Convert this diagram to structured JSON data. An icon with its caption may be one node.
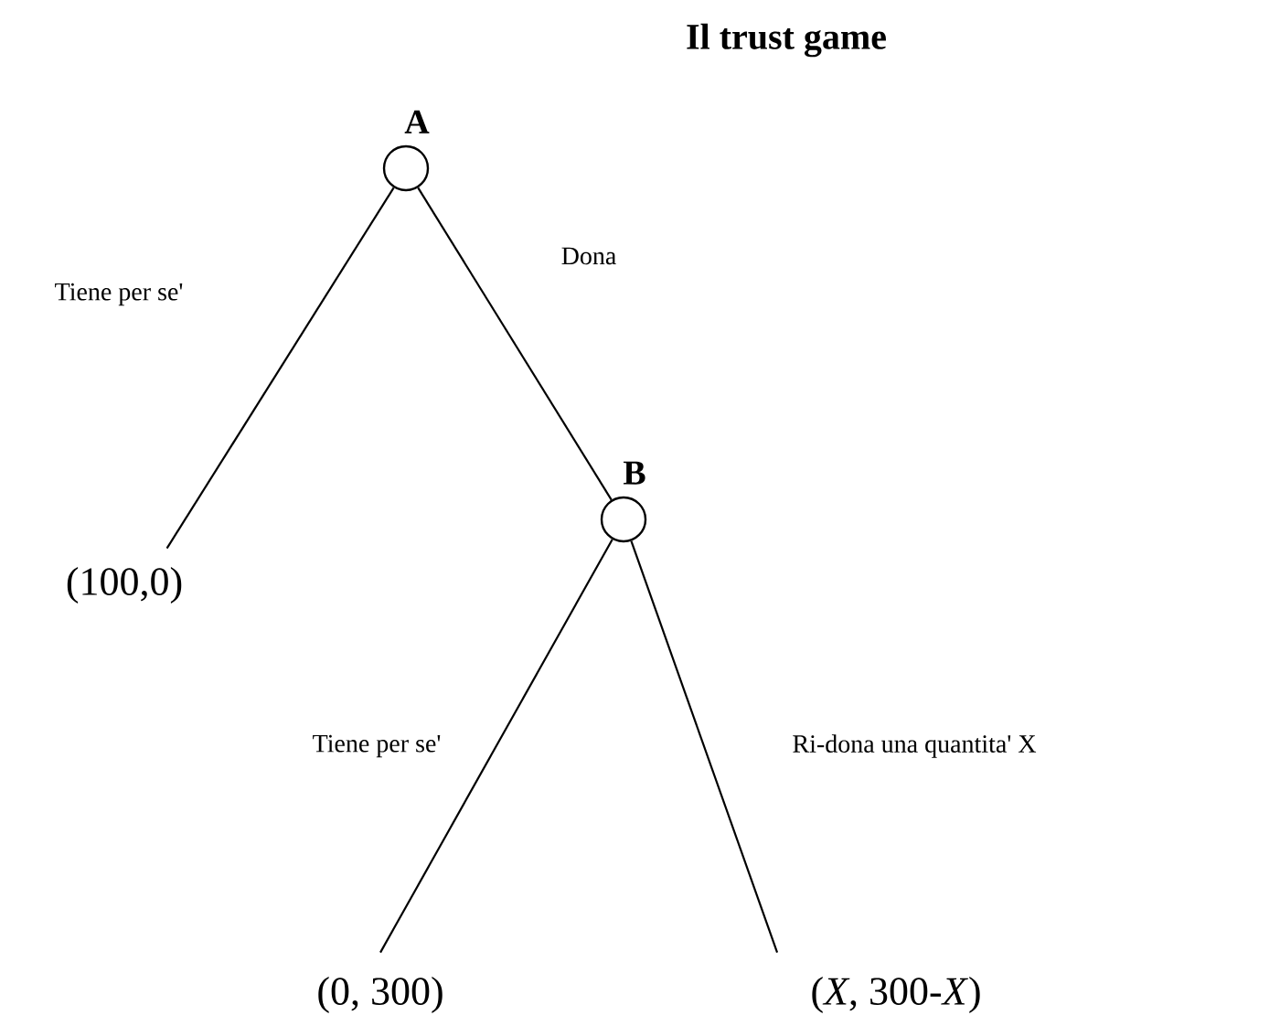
{
  "diagram": {
    "title": "Il trust game",
    "nodes": [
      {
        "text": [
          "A"
        ]
      },
      {
        "text": [
          "B"
        ]
      },
      {
        "text": [
          "(100,0)"
        ]
      },
      {
        "text": [
          "(0, 300)"
        ]
      },
      {
        "text": [
          "(*X*, 300-*X*)"
        ]
      }
    ],
    "edges": [
      {
        "from": 0,
        "to": 2,
        "arrow": "none",
        "label": "Tiene per se'"
      },
      {
        "from": 0,
        "to": 1,
        "arrow": "none",
        "label": "Dona"
      },
      {
        "from": 1,
        "to": 3,
        "arrow": "none",
        "label": "Tiene per se'"
      },
      {
        "from": 1,
        "to": 4,
        "arrow": "none",
        "label": "Ri-dona una quantita' X"
      }
    ]
  }
}
